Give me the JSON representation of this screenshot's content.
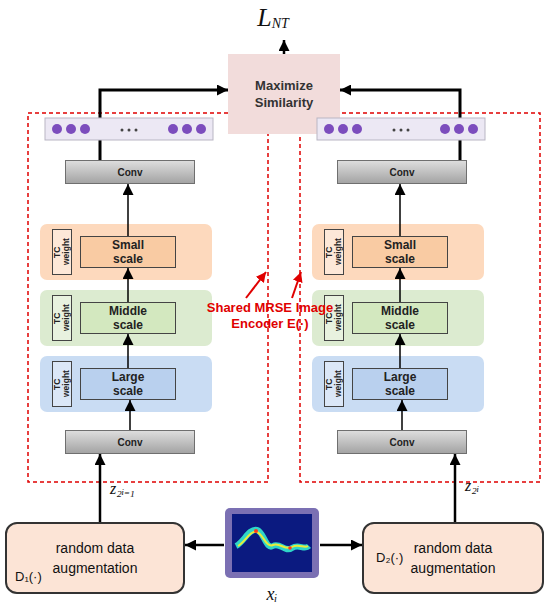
{
  "diagram": {
    "nodes": [
      {
        "text": [
          "L",
          "NT"
        ]
      },
      {
        "text": [
          "Maximize Similarity"
        ]
      },
      {
        "text": [
          "Conv"
        ]
      },
      {
        "text": [
          "TC weight"
        ]
      },
      {
        "text": [
          "Small scale"
        ]
      },
      {
        "text": [
          "TC weight"
        ]
      },
      {
        "text": [
          "Middle scale"
        ]
      },
      {
        "text": [
          "TC weight"
        ]
      },
      {
        "text": [
          "Large scale"
        ]
      },
      {
        "text": [
          "Conv"
        ]
      },
      {
        "text": [
          "Conv"
        ]
      },
      {
        "text": [
          "TC weight"
        ]
      },
      {
        "text": [
          "Small scale"
        ]
      },
      {
        "text": [
          "TC weight"
        ]
      },
      {
        "text": [
          "Middle scale"
        ]
      },
      {
        "text": [
          "TC weight"
        ]
      },
      {
        "text": [
          "Large scale"
        ]
      },
      {
        "text": [
          "Conv"
        ]
      },
      {
        "text": [
          "random data augmentation",
          "D₁(·)"
        ]
      },
      {
        "text": [
          "xᵢ"
        ]
      },
      {
        "text": [
          "random data augmentation",
          "D₂(·)"
        ]
      }
    ],
    "edges": [
      {
        "from": 1,
        "to": 0,
        "arrow": "to"
      },
      {
        "from": 2,
        "to": 1,
        "arrow": "to"
      },
      {
        "from": 10,
        "to": 1,
        "arrow": "to"
      },
      {
        "from": 9,
        "to": 8,
        "arrow": "to"
      },
      {
        "from": 8,
        "to": 6,
        "arrow": "to"
      },
      {
        "from": 6,
        "to": 4,
        "arrow": "to"
      },
      {
        "from": 4,
        "to": 2,
        "arrow": "to"
      },
      {
        "from": 17,
        "to": 16,
        "arrow": "to"
      },
      {
        "from": 16,
        "to": 14,
        "arrow": "to"
      },
      {
        "from": 14,
        "to": 12,
        "arrow": "to"
      },
      {
        "from": 12,
        "to": 10,
        "arrow": "to"
      },
      {
        "from": 18,
        "to": 9,
        "label": "z₂ᵢ₋₁",
        "arrow": "to"
      },
      {
        "from": 20,
        "to": 17,
        "label": "z₂ᵢ",
        "arrow": "to"
      },
      {
        "from": 19,
        "to": 18,
        "arrow": "to"
      },
      {
        "from": 19,
        "to": 20,
        "arrow": "to"
      }
    ],
    "labels": [
      "Shared MRSE Image Encoder E(·)"
    ]
  }
}
